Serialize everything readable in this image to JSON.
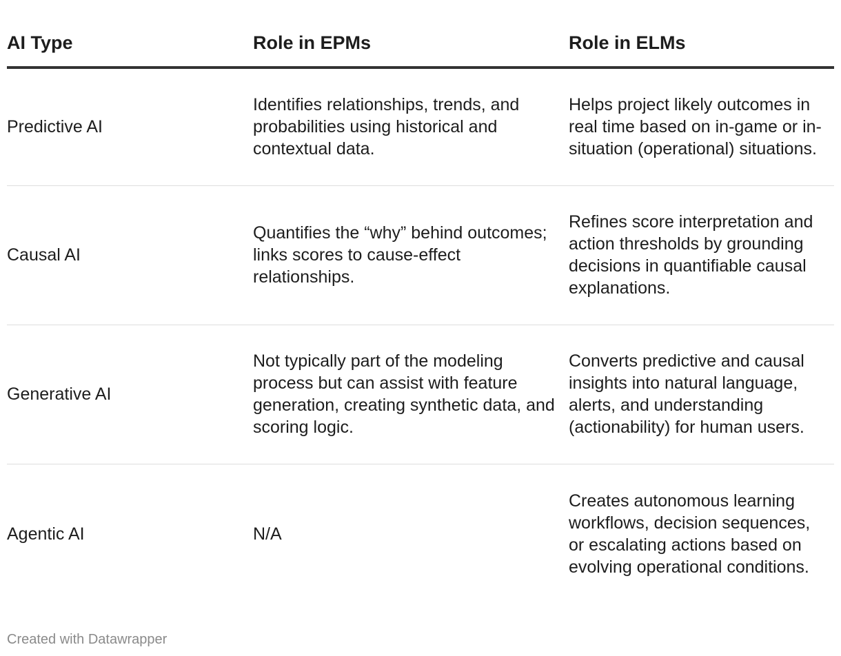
{
  "table": {
    "headers": [
      "AI Type",
      "Role in EPMs",
      "Role in ELMs"
    ],
    "rows": [
      {
        "ai_type": "Predictive AI",
        "epm": "Identifies relationships, trends, and probabilities using historical and contextual data.",
        "elm": "Helps project likely outcomes in real time based on in-game or in-situation (operational) situations."
      },
      {
        "ai_type": "Causal AI",
        "epm": "Quantifies the “why” behind outcomes; links scores to cause-effect relationships.",
        "elm": "Refines score interpretation and action thresholds by grounding decisions in quantifiable causal explanations."
      },
      {
        "ai_type": "Generative AI",
        "epm": "Not typically part of the modeling process but can assist with feature generation, creating synthetic data, and scoring logic.",
        "elm": "Converts predictive and causal insights into natural language, alerts, and understanding (actionability) for human users."
      },
      {
        "ai_type": "Agentic AI",
        "epm": "N/A",
        "elm": "Creates autonomous learning workflows, decision sequences, or escalating actions based on evolving operational conditions."
      }
    ]
  },
  "footer": {
    "credit": "Created with Datawrapper"
  },
  "colors": {
    "text": "#1d1d1d",
    "header_rule": "#333333",
    "row_rule": "#dddddd",
    "footer_text": "#8a8a8a"
  }
}
